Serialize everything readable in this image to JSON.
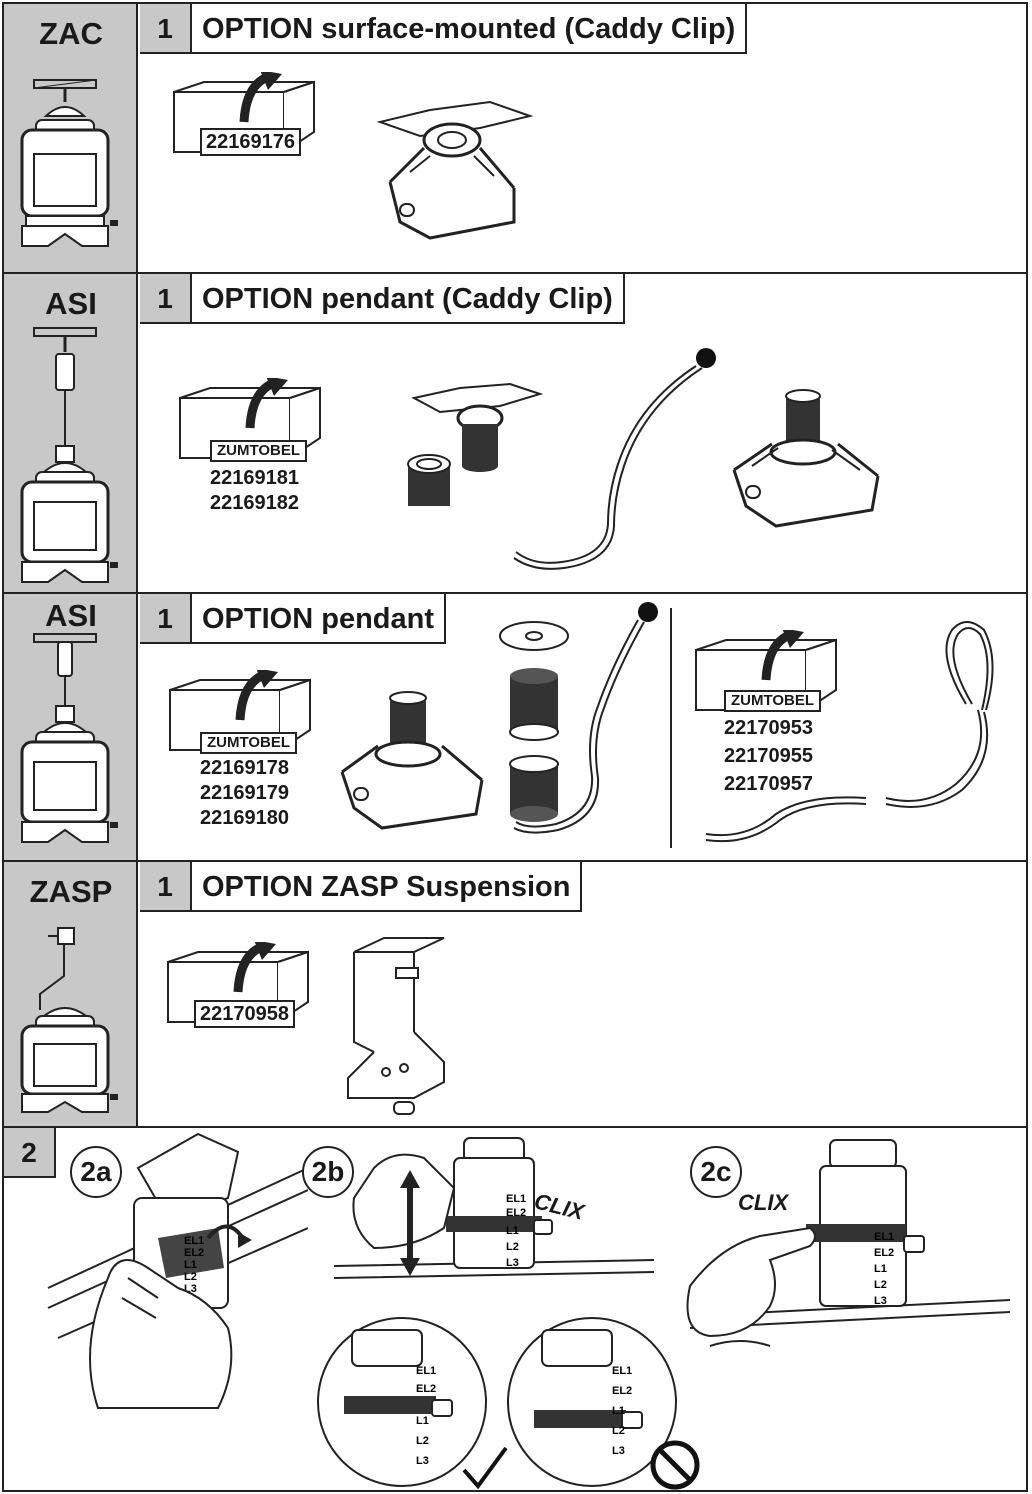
{
  "rows": [
    {
      "code": "ZAC",
      "step": "1",
      "title": "OPTION surface-mounted (Caddy Clip)",
      "package_code": "22169176"
    },
    {
      "code": "ASI",
      "step": "1",
      "title": "OPTION pendant (Caddy Clip)",
      "brand": "ZUMTOBEL",
      "articles": [
        "22169181",
        "22169182"
      ]
    },
    {
      "code": "ASI",
      "step": "1",
      "title": "OPTION pendant",
      "brand": "ZUMTOBEL",
      "articles": [
        "22169178",
        "22169179",
        "22169180"
      ],
      "brand2": "ZUMTOBEL",
      "articles2": [
        "22170953",
        "22170955",
        "22170957"
      ]
    },
    {
      "code": "ZASP",
      "step": "1",
      "title": "OPTION ZASP Suspension",
      "package_code": "22170958"
    }
  ],
  "step2": {
    "step": "2",
    "substeps": [
      "2a",
      "2b",
      "2c"
    ],
    "clix": "CLIX",
    "markers": [
      "EL1",
      "EL2",
      "L1",
      "L2",
      "L3"
    ]
  },
  "icons": {
    "ok": "checkmark-icon",
    "not_ok": "prohibited-icon",
    "package": "package-icon"
  }
}
